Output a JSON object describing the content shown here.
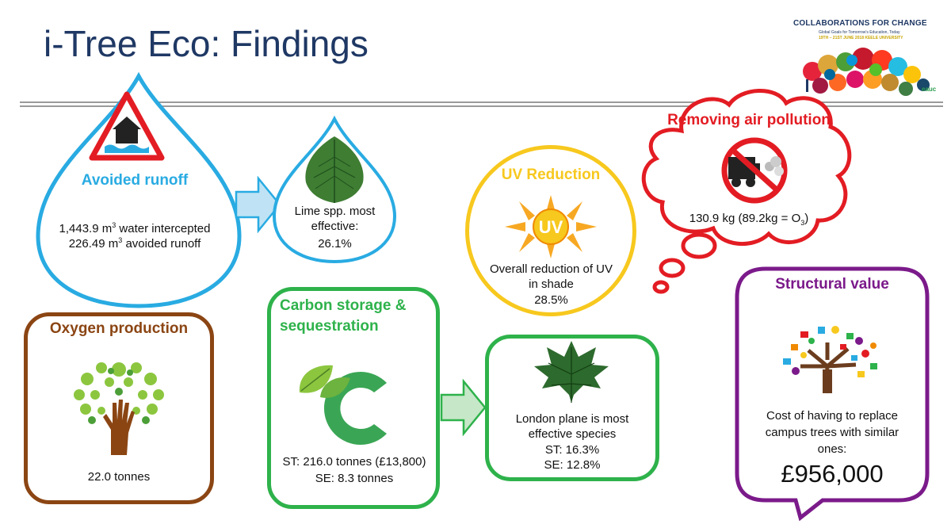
{
  "title": "i-Tree Eco: Findings",
  "logo": {
    "title": "COLLABORATIONS FOR CHANGE",
    "subtitle": "Global Goals for Tomorrow's Education, Today",
    "dates": "19TH – 21ST JUNE 2018 KEELE UNIVERSITY",
    "mark": "eauc"
  },
  "runoff": {
    "heading": "Avoided runoff",
    "water_value": "1,443.9 m",
    "water_label": "water intercepted",
    "runoff_value": "226.49 m",
    "runoff_label": "avoided runoff",
    "unit_exp": "3"
  },
  "lime": {
    "line1": "Lime spp. most",
    "line2": "effective:",
    "line3": "26.1%"
  },
  "uv": {
    "heading": "UV Reduction",
    "badge": "UV",
    "line1": "Overall reduction of UV",
    "line2": "in shade",
    "line3": "28.5%"
  },
  "air": {
    "heading": "Removing air pollution",
    "value_prefix": "130.9 kg (89.2kg = O",
    "subscript": "3",
    "value_suffix": ")"
  },
  "oxygen": {
    "heading": "Oxygen production",
    "value": "22.0 tonnes"
  },
  "carbon": {
    "heading_line1": "Carbon storage &",
    "heading_line2": "sequestration",
    "st": "ST: 216.0 tonnes (£13,800)",
    "se": "SE: 8.3 tonnes"
  },
  "plane": {
    "line1": "London plane is most",
    "line2": "effective species",
    "st": "ST: 16.3%",
    "se": "SE: 12.8%"
  },
  "structural": {
    "heading": "Structural value",
    "line1": "Cost of having to replace",
    "line2": "campus trees with similar",
    "line3": "ones:",
    "value": "£956,000"
  },
  "colors": {
    "blue": "#29abe2",
    "red": "#e31c23",
    "yellow": "#f7c81e",
    "green": "#2eb24b",
    "brown": "#8b4513",
    "purple": "#7b1a8a",
    "title": "#1f3864"
  }
}
